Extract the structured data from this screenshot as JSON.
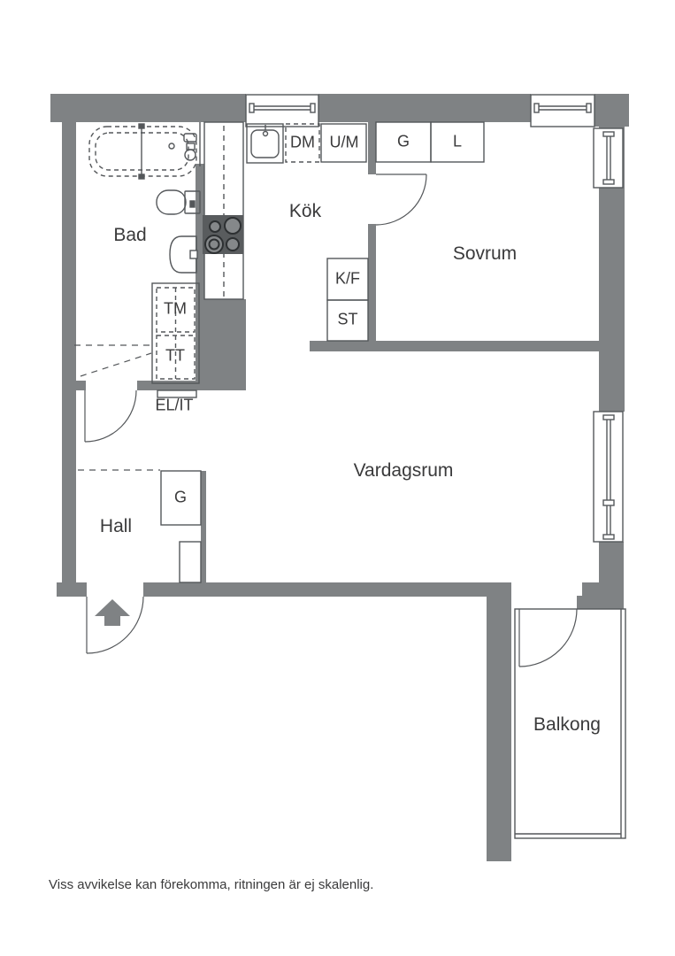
{
  "colors": {
    "wall": "#7f8284",
    "stove": "#595c5e",
    "line": "#54575a",
    "text": "#3a3a3b",
    "bg": "#ffffff"
  },
  "rooms": {
    "bad": "Bad",
    "kok": "Kök",
    "sovrum": "Sovrum",
    "vardagsrum": "Vardagsrum",
    "hall": "Hall",
    "balkong": "Balkong"
  },
  "units": {
    "dm": "DM",
    "um": "U/M",
    "g_bedroom": "G",
    "l_bedroom": "L",
    "kf": "K/F",
    "st": "ST",
    "tm": "TM",
    "tt": "TT",
    "elit": "EL/IT",
    "g_hall": "G"
  },
  "footer": {
    "disclaimer": "Viss avvikelse kan förekomma, ritningen är ej skalenlig."
  }
}
